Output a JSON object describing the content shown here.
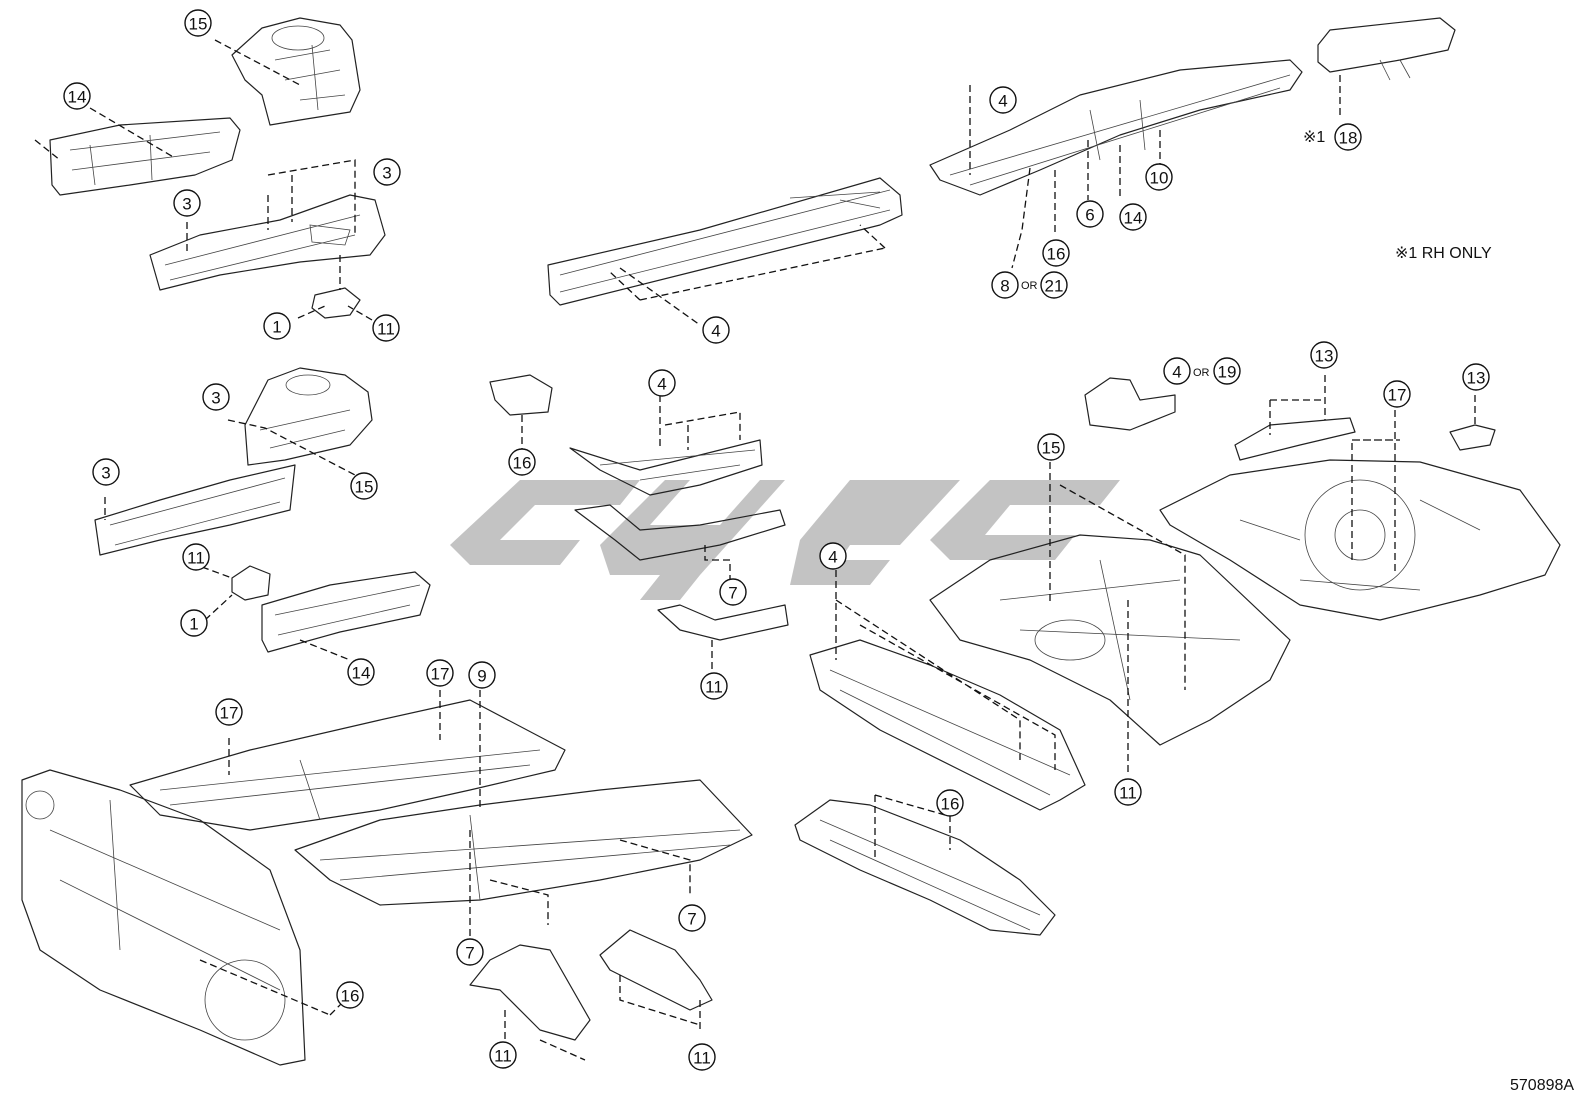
{
  "callouts": [
    {
      "id": "c15a",
      "label": "15"
    },
    {
      "id": "c14a",
      "label": "14"
    },
    {
      "id": "c3a",
      "label": "3"
    },
    {
      "id": "c3b",
      "label": "3"
    },
    {
      "id": "c1a",
      "label": "1"
    },
    {
      "id": "c11a",
      "label": "11"
    },
    {
      "id": "c4a",
      "label": "4"
    },
    {
      "id": "c4b",
      "label": "4"
    },
    {
      "id": "c6",
      "label": "6"
    },
    {
      "id": "c10",
      "label": "10"
    },
    {
      "id": "c14b",
      "label": "14"
    },
    {
      "id": "c16a",
      "label": "16"
    },
    {
      "id": "c8",
      "label": "8"
    },
    {
      "id": "c21",
      "label": "21"
    },
    {
      "id": "c18",
      "label": "18"
    },
    {
      "id": "c3c",
      "label": "3"
    },
    {
      "id": "c15b",
      "label": "15"
    },
    {
      "id": "c3d",
      "label": "3"
    },
    {
      "id": "c11b",
      "label": "11"
    },
    {
      "id": "c1b",
      "label": "1"
    },
    {
      "id": "c14c",
      "label": "14"
    },
    {
      "id": "c16b",
      "label": "16"
    },
    {
      "id": "c4c",
      "label": "4"
    },
    {
      "id": "c7a",
      "label": "7"
    },
    {
      "id": "c11c",
      "label": "11"
    },
    {
      "id": "c4d",
      "label": "4"
    },
    {
      "id": "c19",
      "label": "19"
    },
    {
      "id": "c13a",
      "label": "13"
    },
    {
      "id": "c13b",
      "label": "13"
    },
    {
      "id": "c17a",
      "label": "17"
    },
    {
      "id": "c15c",
      "label": "15"
    },
    {
      "id": "c4e",
      "label": "4"
    },
    {
      "id": "c11d",
      "label": "11"
    },
    {
      "id": "c17b",
      "label": "17"
    },
    {
      "id": "c9",
      "label": "9"
    },
    {
      "id": "c17c",
      "label": "17"
    },
    {
      "id": "c16c",
      "label": "16"
    },
    {
      "id": "c7b",
      "label": "7"
    },
    {
      "id": "c7c",
      "label": "7"
    },
    {
      "id": "c11e",
      "label": "11"
    },
    {
      "id": "c11f",
      "label": "11"
    },
    {
      "id": "c16d",
      "label": "16"
    }
  ],
  "or_labels": [
    "OR",
    "OR"
  ],
  "note_mark": "※1",
  "note_text": "※1 RH ONLY",
  "figure_code": "570898A"
}
